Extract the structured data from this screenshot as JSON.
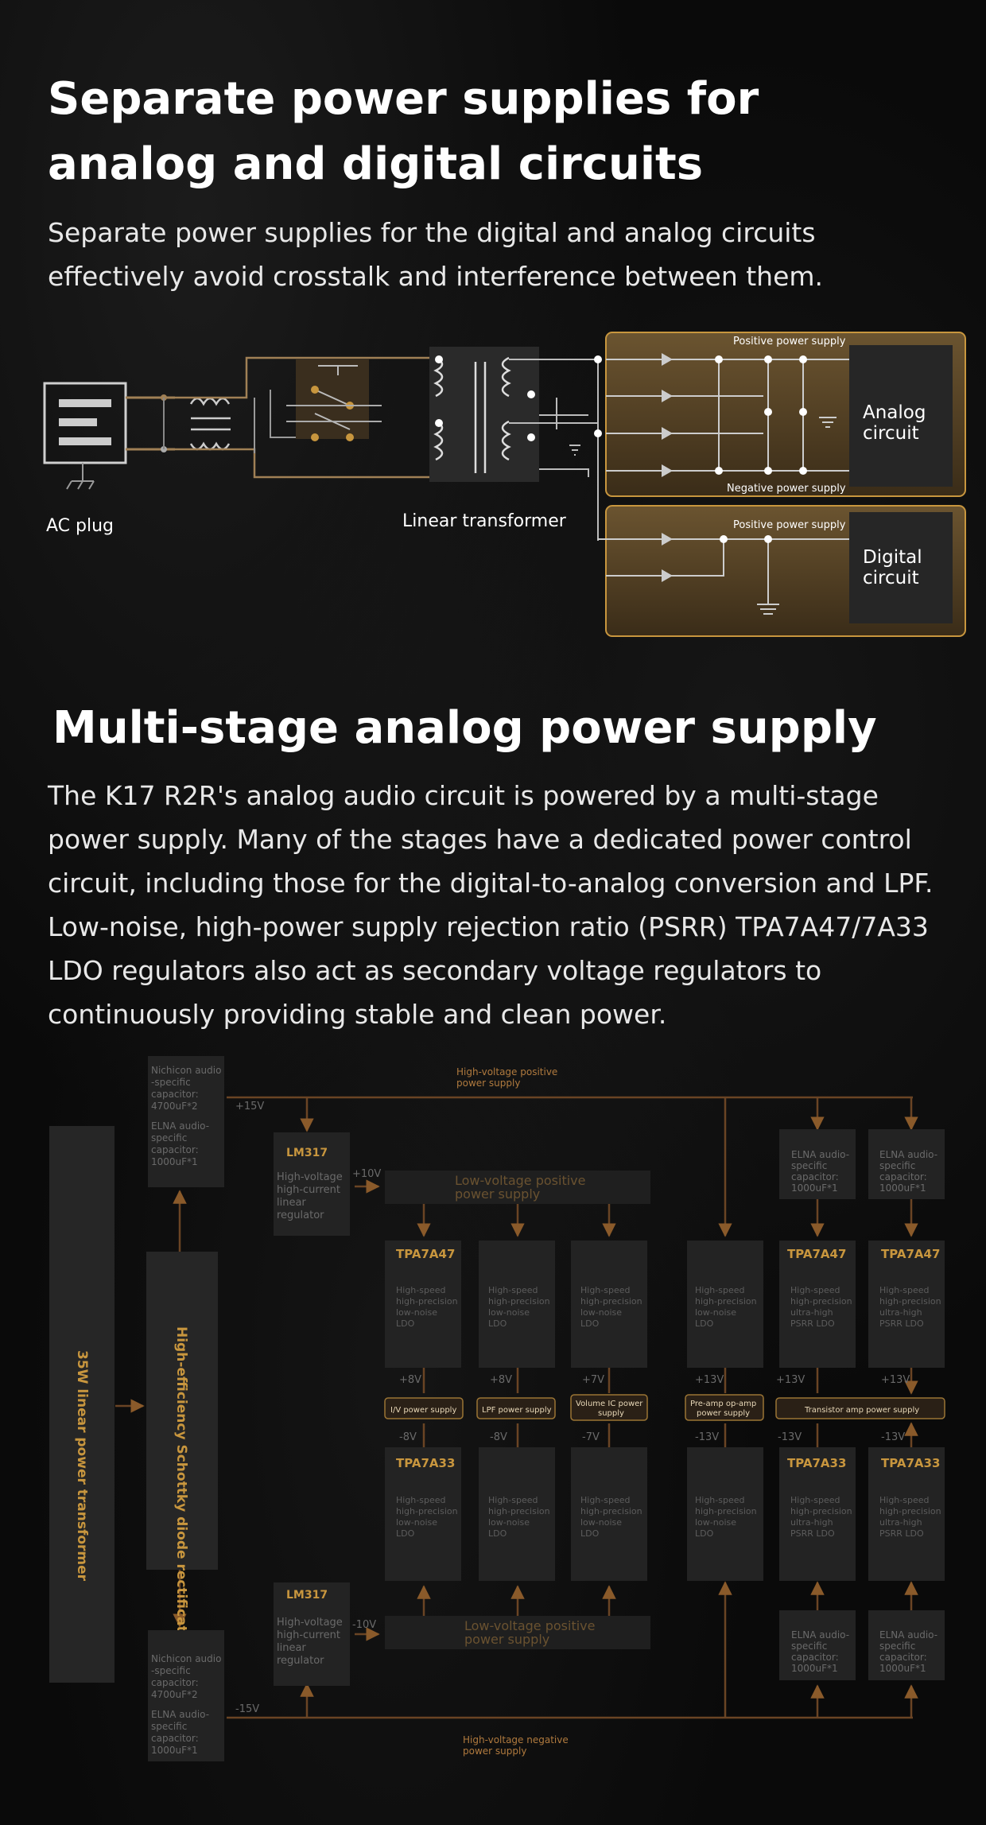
{
  "section1": {
    "title_line1": "Separate power supplies for",
    "title_line2": "analog and digital circuits",
    "body": "Separate power supplies for the digital and analog circuits effectively avoid crosstalk and interference between them.",
    "ac_plug": "AC plug",
    "linear_transformer": "Linear transformer",
    "analog_pos": "Positive power supply",
    "analog_neg": "Negative power supply",
    "analog_circuit_1": "Analog",
    "analog_circuit_2": "circuit",
    "digital_pos": "Positive power supply",
    "digital_circuit_1": "Digital",
    "digital_circuit_2": "circuit"
  },
  "section2": {
    "title": "Multi-stage analog power supply",
    "body": " The K17 R2R's analog audio circuit is powered by a multi-stage power supply. Many of the stages have a dedicated power control circuit, including those for the digital-to-analog conversion and LPF. Low-noise, high-power supply rejection ratio (PSRR) TPA7A47/7A33 LDO regulators also act as secondary voltage regulators to continuously providing stable and clean power."
  },
  "diagram": {
    "transformer": "35W linear power transformer",
    "rectifier": "High-efficiency Schottky diode rectification circuit",
    "nichicon": [
      "Nichicon audio",
      "-specific",
      "capacitor:",
      "4700uF*2"
    ],
    "elna_main": [
      "ELNA audio-",
      "specific",
      "capacitor:",
      "1000uF*1"
    ],
    "hv_pos_1": "High-voltage positive",
    "hv_pos_2": "power supply",
    "hv_neg_1": "High-voltage negative",
    "hv_neg_2": "power supply",
    "plus15": "+15V",
    "minus15": "-15V",
    "lm317": "LM317",
    "reg_desc": [
      "High-voltage",
      "high-current",
      "linear",
      "regulator"
    ],
    "plus10": "+10V",
    "minus10": "-10V",
    "lv_pos_1": "Low-voltage positive",
    "lv_pos_2": "power supply",
    "tpa47": "TPA7A47",
    "tpa33": "TPA7A33",
    "ldo_low_noise": [
      "High-speed",
      "high-precision",
      "low-noise",
      "LDO"
    ],
    "ldo_psrr": [
      "High-speed",
      "high-precision",
      "ultra-high",
      "PSRR LDO"
    ],
    "elna_small": [
      "ELNA audio-",
      "specific",
      "capacitor:",
      "1000uF*1"
    ],
    "v_p8": "+8V",
    "v_p7": "+7V",
    "v_p13": "+13V",
    "v_m8": "-8V",
    "v_m7": "-7V",
    "v_m13": "-13V",
    "iv_supply": "I/V power supply",
    "lpf_supply": "LPF power supply",
    "vol_supply_1": "Volume IC power",
    "vol_supply_2": "supply",
    "preamp_1": "Pre-amp op-amp",
    "preamp_2": "power supply",
    "transistor": "Transistor amp power supply"
  },
  "colors": {
    "accent": "#c8963e",
    "arrow": "#8a5a2a",
    "line": "#6a4424",
    "box": "#262626"
  }
}
